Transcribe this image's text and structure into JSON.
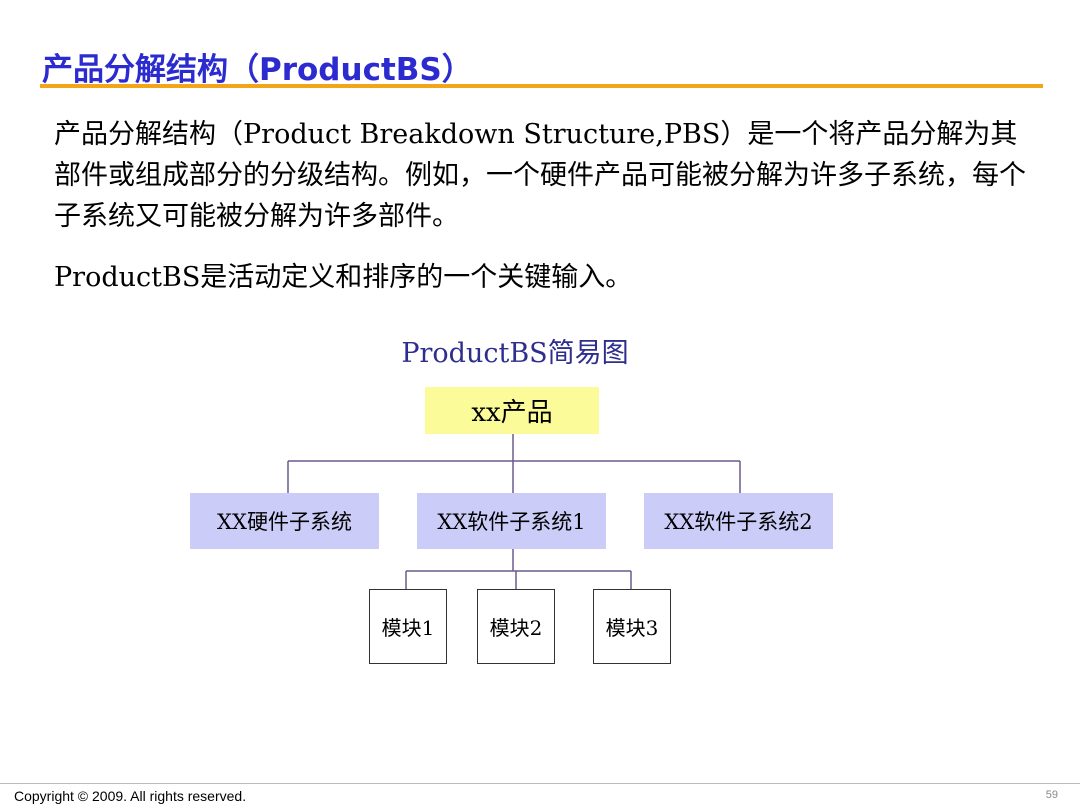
{
  "slide": {
    "title": "产品分解结构（ProductBS）",
    "paragraph1": "产品分解结构（Product Breakdown Structure,PBS）是一个将产品分解为其部件或组成部分的分级结构。例如，一个硬件产品可能被分解为许多子系统，每个子系统又可能被分解为许多部件。",
    "paragraph2": "ProductBS是活动定义和排序的一个关键输入。"
  },
  "diagram": {
    "title": "ProductBS简易图",
    "root": "xx产品",
    "subsystems": [
      "XX硬件子系统",
      "XX软件子系统1",
      "XX软件子系统2"
    ],
    "modules": [
      "模块1",
      "模块2",
      "模块3"
    ]
  },
  "colors": {
    "title": "#2b2bd0",
    "accent_rule": "#f3a51a",
    "root_fill": "#fbfb9a",
    "subsystem_fill": "#ccccf9",
    "connector": "#6b5a8e"
  },
  "footer": {
    "copyright": "Copyright © 2009. All rights reserved.",
    "page_number": "59"
  }
}
